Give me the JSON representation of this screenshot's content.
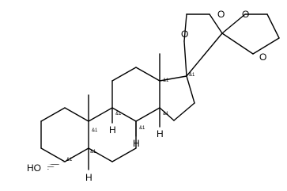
{
  "atoms": {
    "oxygen": "O",
    "hydroxyl": "HO",
    "hydrogen": "H"
  },
  "stereo_tag": "&1"
}
